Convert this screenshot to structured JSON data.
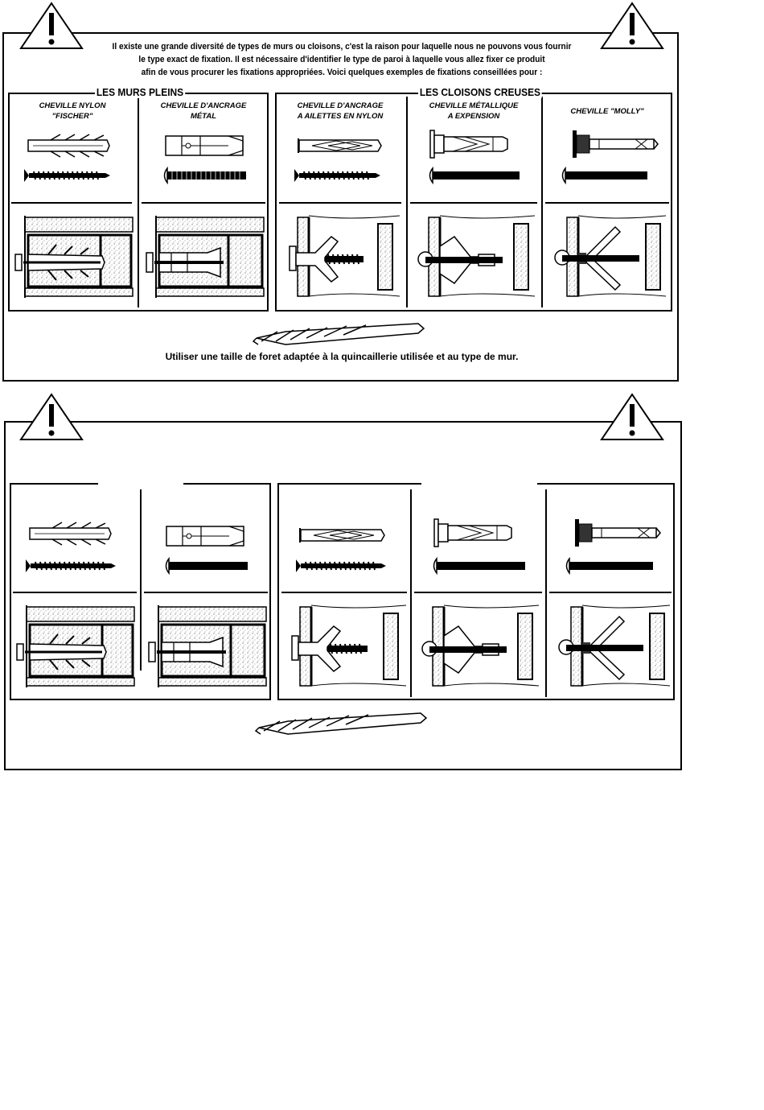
{
  "top_panel": {
    "intro_lines": [
      "Il existe une grande diversité de types de murs ou cloisons, c'est la raison pour laquelle nous ne  pouvons vous fournir",
      "le type exact de fixation. Il est nécessaire d'identifier le type de paroi à laquelle vous allez fixer ce produit",
      "afin de vous procurer les fixations appropriées. Voici quelques exemples de fixations conseillées pour :"
    ],
    "solid_walls_title": "LES MURS PLEINS",
    "hollow_walls_title": "LES CLOISONS CREUSES",
    "columns": [
      {
        "line1": "CHEVILLE NYLON",
        "line2": "\"FISCHER\""
      },
      {
        "line1": "CHEVILLE D'ANCRAGE",
        "line2": "MÉTAL"
      },
      {
        "line1": "CHEVILLE D'ANCRAGE",
        "line2": "A AILETTES EN NYLON"
      },
      {
        "line1": "CHEVILLE MÉTALLIQUE",
        "line2": "A EXPENSION"
      },
      {
        "line1": "CHEVILLE \"MOLLY\"",
        "line2": ""
      }
    ],
    "drill_note": "Utiliser une taille de foret adaptée à la quincaillerie utilisée et au type de mur."
  },
  "icons": {
    "warning": "warning-triangle-icon",
    "drill_bit": "drill-bit-icon"
  }
}
